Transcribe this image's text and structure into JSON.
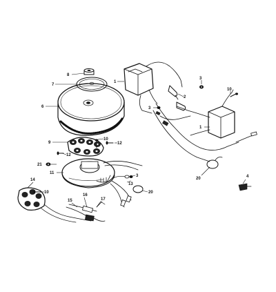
{
  "diagram": {
    "callouts": {
      "c1a": "1",
      "c1b": "1",
      "c2": "2",
      "c3a": "3",
      "c3b": "3",
      "c3c": "3",
      "c4": "4",
      "c6": "6",
      "c7": "7",
      "c8": "8",
      "c9": "9",
      "c10a": "10",
      "c10b": "10",
      "c10c": "10",
      "c11": "11",
      "c12a": "12",
      "c12b": "12",
      "c13": "13",
      "c14": "14",
      "c15": "15",
      "c16": "16",
      "c17": "17",
      "c20a": "20",
      "c20b": "20",
      "c21": "21"
    }
  }
}
